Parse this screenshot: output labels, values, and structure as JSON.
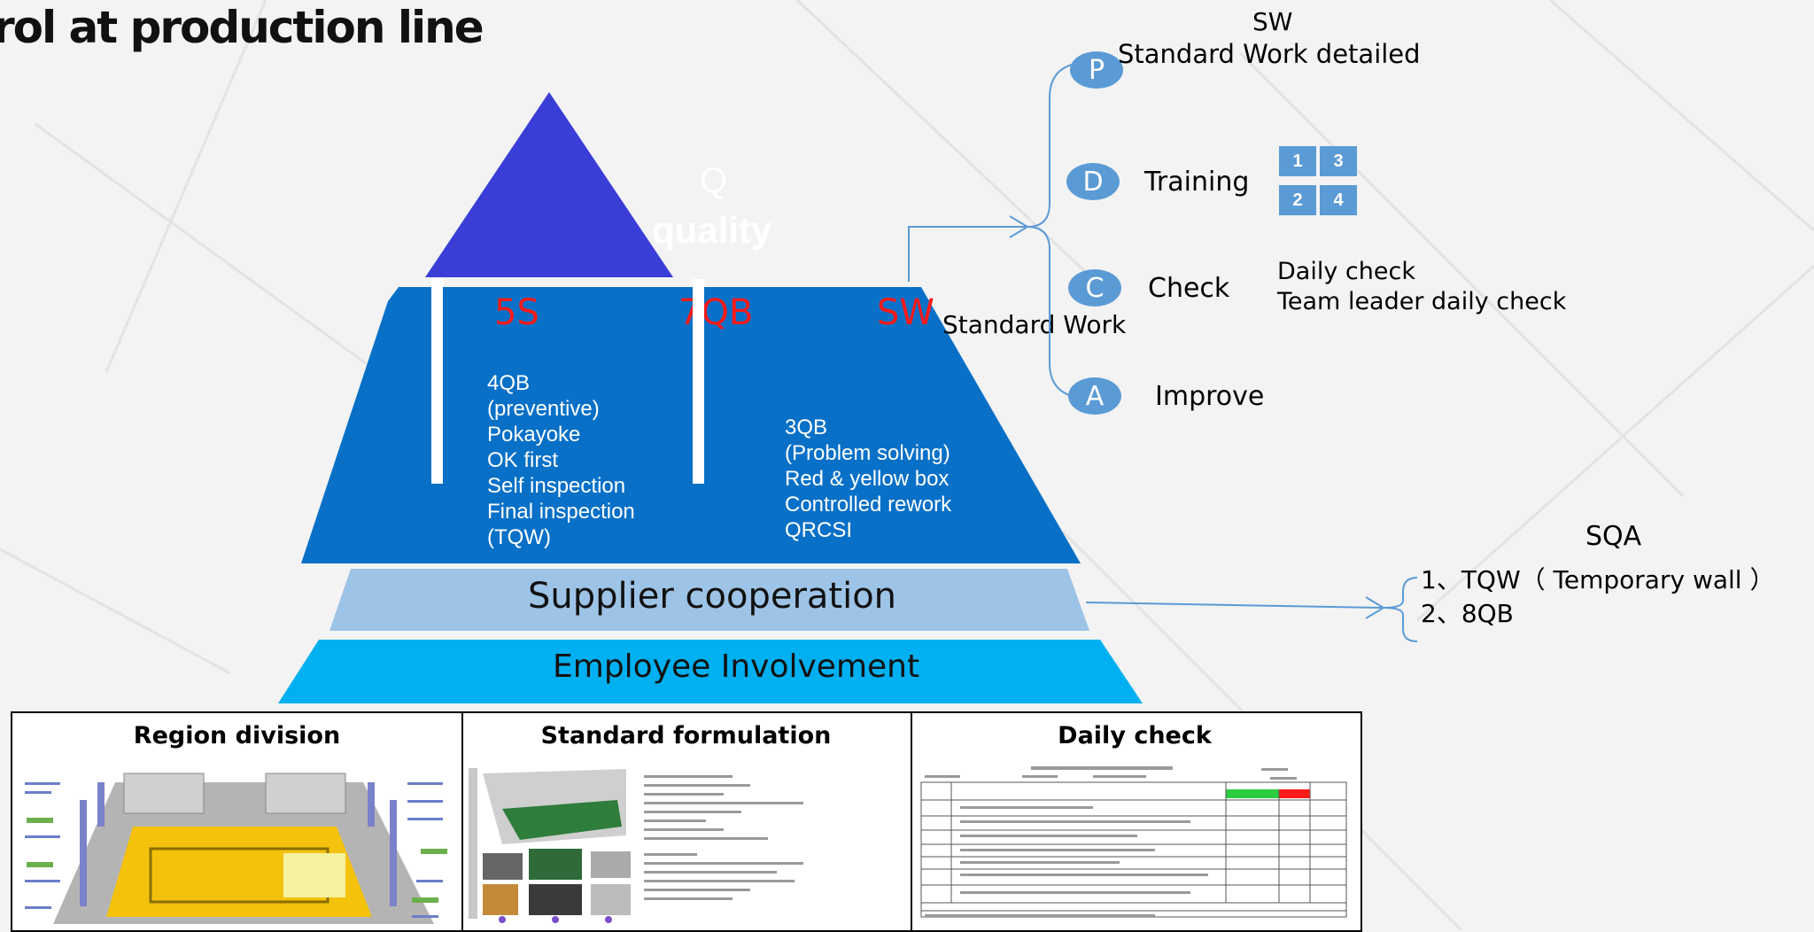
{
  "title": "rol at production line",
  "pyramid": {
    "top_letter": "Q",
    "top_label": "quality",
    "pillar_labels": [
      "5S",
      "7QB",
      "SW"
    ],
    "standard_work_label": "Standard Work",
    "left_list": [
      "4QB",
      "(preventive)",
      "Pokayoke",
      "OK first",
      "Self inspection",
      "Final inspection",
      "(TQW)"
    ],
    "right_list": [
      "3QB",
      "(Problem solving)",
      "Red & yellow box",
      "Controlled rework",
      "QRCSI"
    ],
    "supplier_label": "Supplier cooperation",
    "employee_label": "Employee Involvement",
    "colors": {
      "top": "#3a3dd6",
      "middle": "#0870c7",
      "supplier": "#9dc3e6",
      "employee": "#00b0f0",
      "pillar_text": "#ff1a1a"
    }
  },
  "pdca": {
    "sw_heading": "SW",
    "steps": [
      {
        "letter": "P",
        "label": "Standard Work detailed"
      },
      {
        "letter": "D",
        "label": "Training"
      },
      {
        "letter": "C",
        "label": "Check"
      },
      {
        "letter": "A",
        "label": "Improve"
      }
    ],
    "training_boxes": [
      "1",
      "3",
      "2",
      "4"
    ],
    "check_notes": [
      "Daily check",
      "Team leader daily check"
    ]
  },
  "sqa": {
    "heading": "SQA",
    "items": [
      "1、TQW（  Temporary wall  ）",
      "2、8QB"
    ]
  },
  "bottom_table": {
    "columns": [
      "Region division",
      "Standard formulation",
      "Daily check"
    ]
  }
}
